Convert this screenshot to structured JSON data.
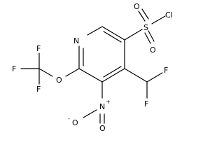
{
  "molecule": {
    "atom_labels": {
      "ring_n": "N",
      "sulfonyl_cl": "Cl",
      "sulfur": "S",
      "sulfonyl_o_upper": "O",
      "sulfonyl_o_lower": "O",
      "cf3_f_top": "F",
      "cf3_f_left": "F",
      "cf3_f_bottom": "F",
      "ether_o": "O",
      "chf2_f_right": "F",
      "chf2_f_bottom": "F",
      "nitro_n": "N",
      "nitro_n_charge": "+",
      "nitro_o_left": "O",
      "nitro_o_left_charge": "-",
      "nitro_o_down": "O"
    }
  }
}
